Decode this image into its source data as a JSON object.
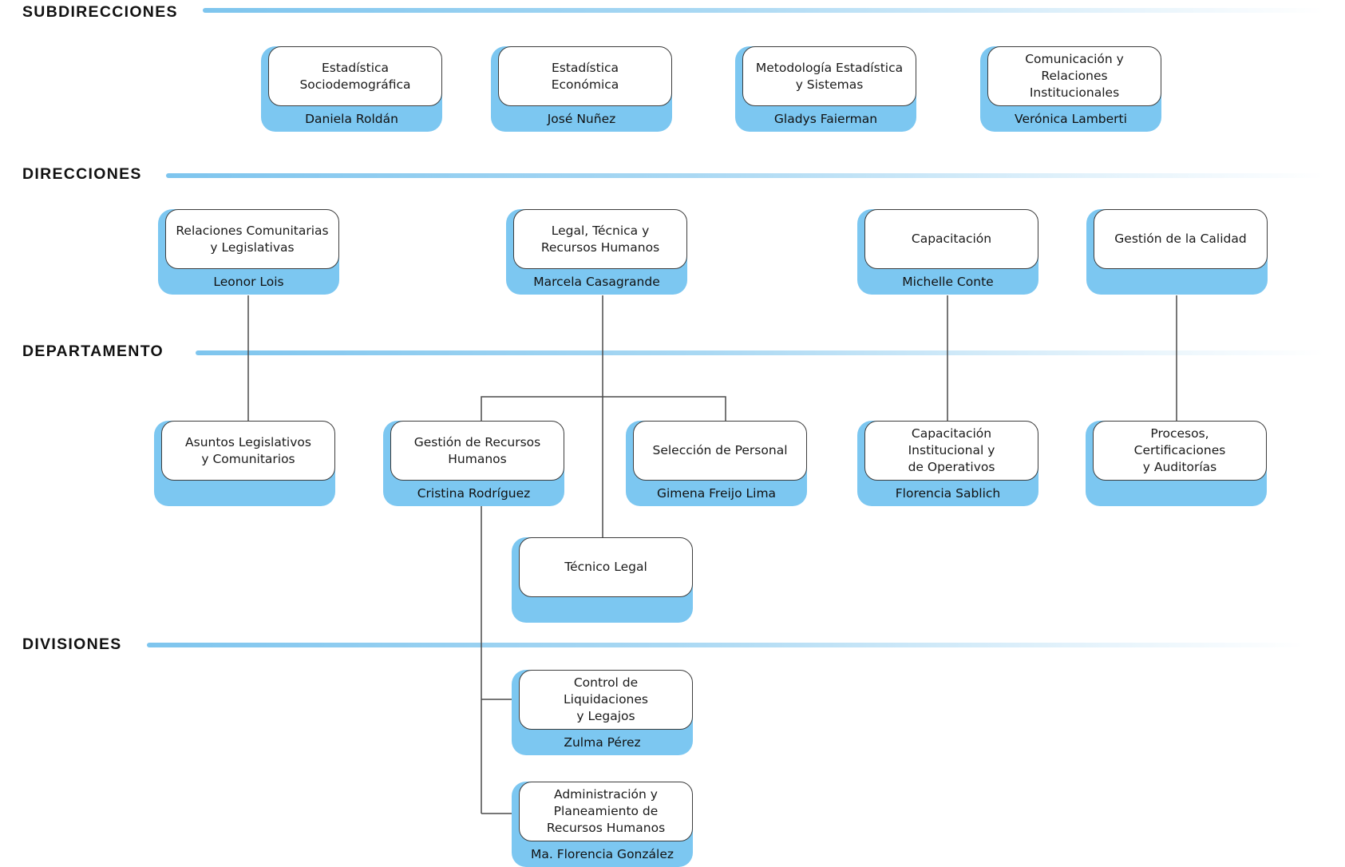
{
  "sections": {
    "subdirecciones": "SUBDIRECCIONES",
    "direcciones": "DIRECCIONES",
    "departamento": "DEPARTAMENTO",
    "divisiones": "DIVISIONES"
  },
  "nodes": {
    "sub_sociodemografica": {
      "title": "Estadística\nSociodemográfica",
      "person": "Daniela Roldán"
    },
    "sub_economica": {
      "title": "Estadística\nEconómica",
      "person": "José Nuñez"
    },
    "sub_metodologia": {
      "title": "Metodología Estadística\ny Sistemas",
      "person": "Gladys Faierman"
    },
    "sub_comunicacion": {
      "title": "Comunicación y\nRelaciones\nInstitucionales",
      "person": "Verónica Lamberti"
    },
    "dir_relaciones": {
      "title": "Relaciones Comunitarias\ny Legislativas",
      "person": "Leonor Lois"
    },
    "dir_legal": {
      "title": "Legal, Técnica y\nRecursos Humanos",
      "person": "Marcela Casagrande"
    },
    "dir_capacitacion": {
      "title": "Capacitación",
      "person": "Michelle Conte"
    },
    "dir_calidad": {
      "title": "Gestión de la Calidad",
      "person": ""
    },
    "dep_asuntos": {
      "title": "Asuntos Legislativos\ny Comunitarios",
      "person": ""
    },
    "dep_rrhh": {
      "title": "Gestión de Recursos\nHumanos",
      "person": "Cristina Rodríguez"
    },
    "dep_seleccion": {
      "title": "Selección de Personal",
      "person": "Gimena Freijo Lima"
    },
    "dep_capinst": {
      "title": "Capacitación\nInstitucional y\nde Operativos",
      "person": "Florencia Sablich"
    },
    "dep_procesos": {
      "title": "Procesos,\nCertificaciones\ny Auditorías",
      "person": ""
    },
    "dep_tecnico": {
      "title": "Técnico Legal",
      "person": ""
    },
    "div_control": {
      "title": "Control de\nLiquidaciones\ny Legajos",
      "person": "Zulma Pérez"
    },
    "div_admin": {
      "title": "Administración y\nPlaneamiento de\nRecursos Humanos",
      "person": "Ma. Florencia González"
    }
  },
  "colors": {
    "accent": "#7cc7f1",
    "border": "#3d3d3d",
    "connector": "#4a4a4a"
  }
}
